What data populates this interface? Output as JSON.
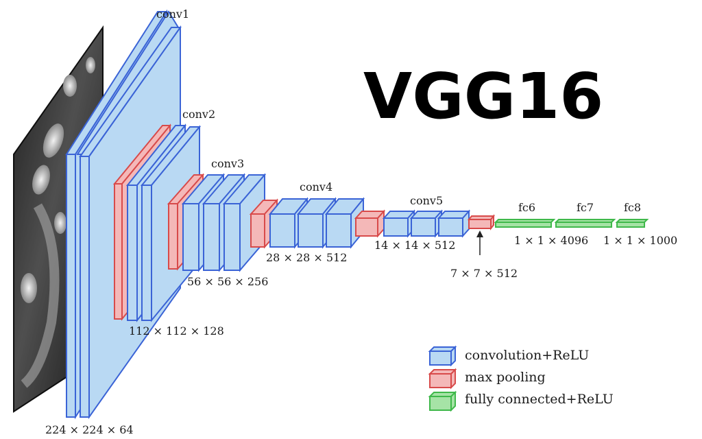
{
  "title": "VGG16",
  "layers": {
    "conv1": "conv1",
    "conv2": "conv2",
    "conv3": "conv3",
    "conv4": "conv4",
    "conv5": "conv5",
    "fc6": "fc6",
    "fc7": "fc7",
    "fc8": "fc8"
  },
  "dims": {
    "d224": "224 × 224 × 64",
    "d112": "112 × 112 × 128",
    "d56": "56 × 56 × 256",
    "d28": "28 × 28 × 512",
    "d14": "14 × 14 × 512",
    "d7": "7 × 7 × 512",
    "d4096": "1 × 1 × 4096",
    "d1000": "1 × 1 × 1000"
  },
  "legend": {
    "conv": "convolution+ReLU",
    "pool": "max pooling",
    "fc": "fully connected+ReLU"
  },
  "colors": {
    "conv_fill": "#b9d9f3",
    "conv_stroke": "#3a63d6",
    "pool_fill": "#f4b8b8",
    "pool_stroke": "#d84a4a",
    "fc_fill": "#a6e3a6",
    "fc_stroke": "#3fb84a"
  }
}
